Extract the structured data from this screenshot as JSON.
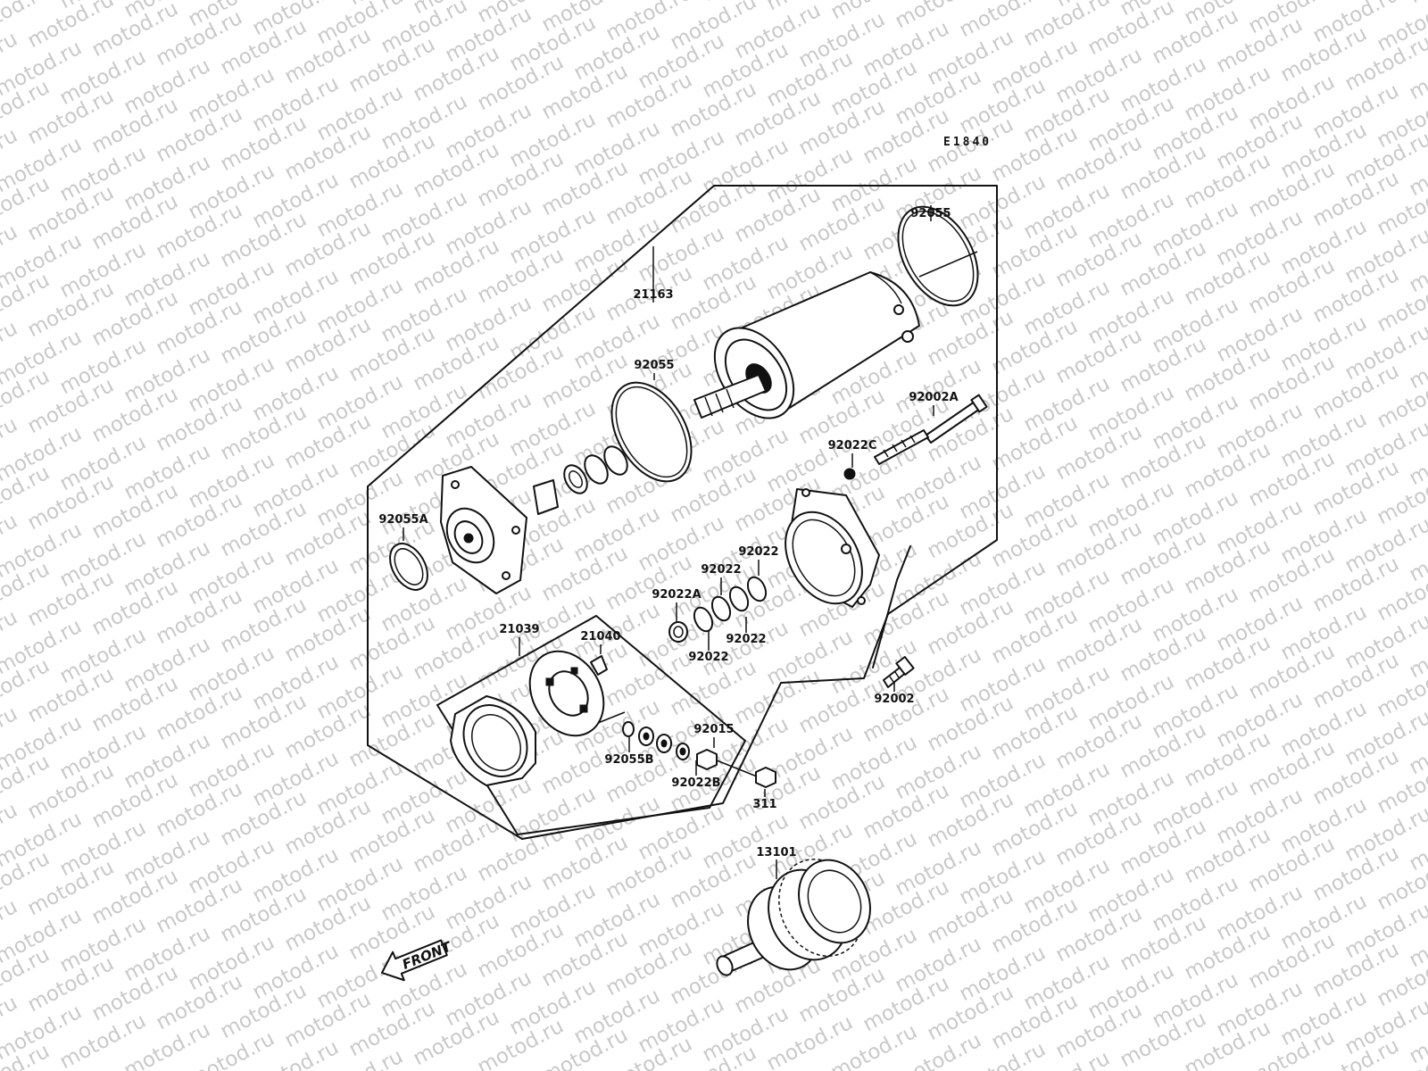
{
  "watermark": {
    "text": "motod.ru"
  },
  "diagram_code": "E1840",
  "front_label": "FRONT",
  "parts": [
    {
      "id": "p-92055-rear",
      "label": "92055"
    },
    {
      "id": "p-21163",
      "label": "21163"
    },
    {
      "id": "p-92055-front",
      "label": "92055"
    },
    {
      "id": "p-92002A",
      "label": "92002A"
    },
    {
      "id": "p-92022C",
      "label": "92022C"
    },
    {
      "id": "p-92055A",
      "label": "92055A"
    },
    {
      "id": "p-92022-a",
      "label": "92022"
    },
    {
      "id": "p-92022-b",
      "label": "92022"
    },
    {
      "id": "p-92022A",
      "label": "92022A"
    },
    {
      "id": "p-92022-c",
      "label": "92022"
    },
    {
      "id": "p-92022-d",
      "label": "92022"
    },
    {
      "id": "p-21039",
      "label": "21039"
    },
    {
      "id": "p-21040",
      "label": "21040"
    },
    {
      "id": "p-92015",
      "label": "92015"
    },
    {
      "id": "p-92055B",
      "label": "92055B"
    },
    {
      "id": "p-92022B",
      "label": "92022B"
    },
    {
      "id": "p-311",
      "label": "311"
    },
    {
      "id": "p-92002",
      "label": "92002"
    },
    {
      "id": "p-13101",
      "label": "13101"
    }
  ]
}
